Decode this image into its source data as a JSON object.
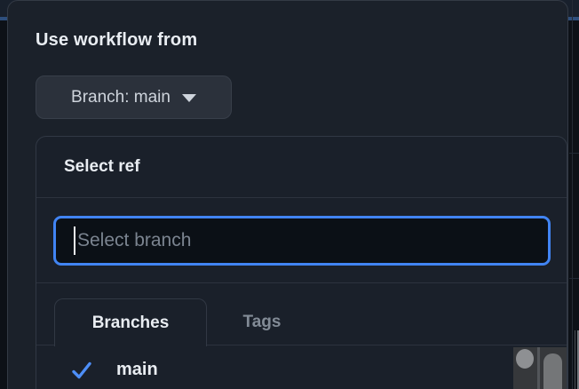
{
  "popover": {
    "heading": "Use workflow from",
    "branch_selector": {
      "label": "Branch: main"
    }
  },
  "dialog": {
    "title": "Select ref",
    "search": {
      "placeholder": "Select branch",
      "value": ""
    },
    "tabs": [
      {
        "label": "Branches",
        "active": true
      },
      {
        "label": "Tags",
        "active": false
      }
    ],
    "refs": [
      {
        "label": "main",
        "selected": true
      }
    ]
  },
  "colors": {
    "focus_border_blue": "#4184f3",
    "check_blue": "#4d8ef7",
    "popover_background": "#1b212a",
    "panel_border": "#313844",
    "text_primary": "#e9edf2",
    "text_muted": "#828b96",
    "page_accent_line": "#2e4f7d"
  }
}
